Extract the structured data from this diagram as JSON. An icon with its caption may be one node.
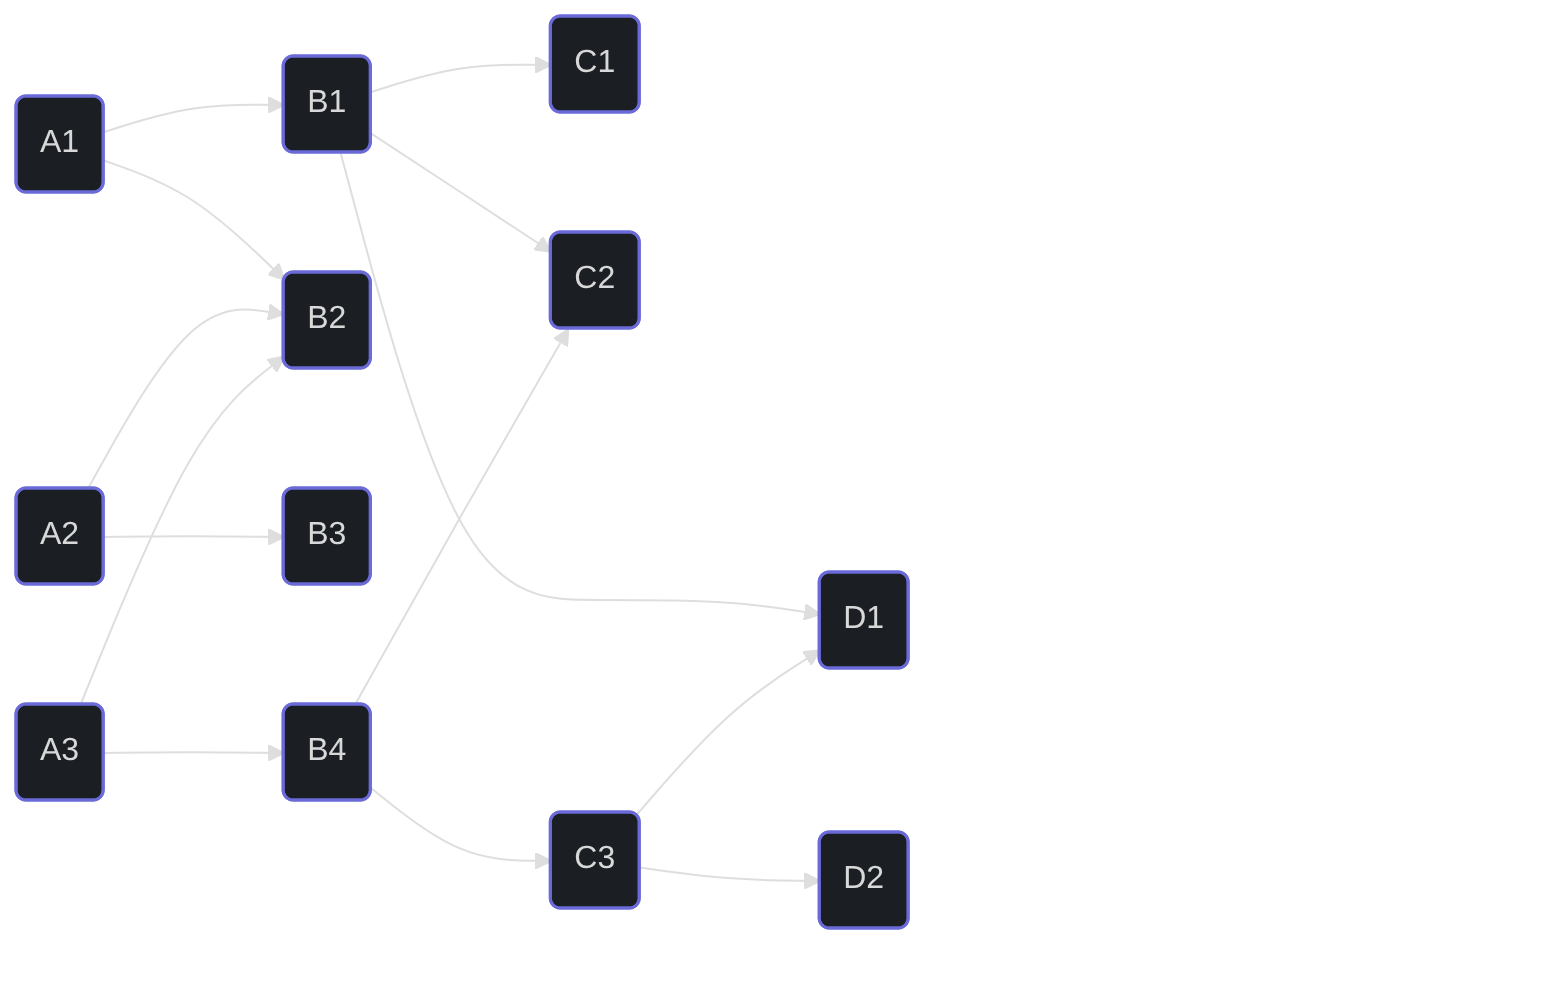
{
  "diagram": {
    "nodes": [
      {
        "text": [
          "A1"
        ]
      },
      {
        "text": [
          "A2"
        ]
      },
      {
        "text": [
          "A3"
        ]
      },
      {
        "text": [
          "B1"
        ]
      },
      {
        "text": [
          "B2"
        ]
      },
      {
        "text": [
          "B3"
        ]
      },
      {
        "text": [
          "B4"
        ]
      },
      {
        "text": [
          "C1"
        ]
      },
      {
        "text": [
          "C2"
        ]
      },
      {
        "text": [
          "C3"
        ]
      },
      {
        "text": [
          "D1"
        ]
      },
      {
        "text": [
          "D2"
        ]
      }
    ],
    "edges": [
      {
        "from": 0,
        "to": 3,
        "arrow": "to"
      },
      {
        "from": 0,
        "to": 4,
        "arrow": "to"
      },
      {
        "from": 1,
        "to": 4,
        "arrow": "to"
      },
      {
        "from": 1,
        "to": 5,
        "arrow": "to"
      },
      {
        "from": 2,
        "to": 4,
        "arrow": "to"
      },
      {
        "from": 2,
        "to": 6,
        "arrow": "to"
      },
      {
        "from": 3,
        "to": 7,
        "arrow": "to"
      },
      {
        "from": 3,
        "to": 8,
        "arrow": "to"
      },
      {
        "from": 3,
        "to": 10,
        "arrow": "to"
      },
      {
        "from": 6,
        "to": 8,
        "arrow": "to"
      },
      {
        "from": 6,
        "to": 9,
        "arrow": "to"
      },
      {
        "from": 9,
        "to": 10,
        "arrow": "to"
      },
      {
        "from": 9,
        "to": 11,
        "arrow": "to"
      }
    ]
  }
}
